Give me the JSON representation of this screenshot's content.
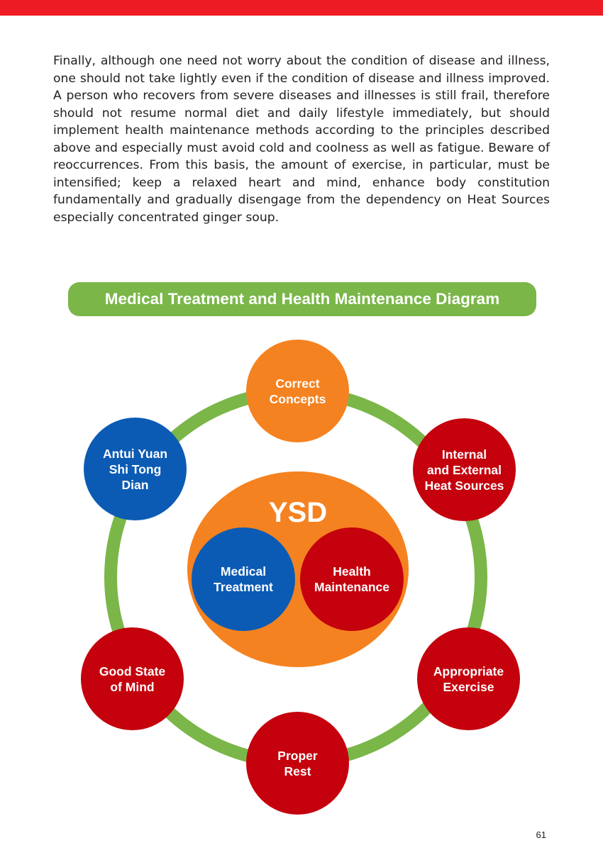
{
  "colors": {
    "top_bar": "#ed1c24",
    "green": "#7ab648",
    "orange": "#f58220",
    "red": "#c4010c",
    "blue": "#0b5bb4"
  },
  "body_text": "Finally, although one need not worry about the condition of disease and illness, one should not take lightly even if the condition of disease and illness improved. A person who recovers from severe diseases and illnesses is still frail, therefore should not resume normal diet and daily lifestyle immediately, but should implement health maintenance methods according to the principles described above and especially must avoid cold and coolness as well as fatigue. Beware of reoccurrences. From this basis, the amount of exercise, in particular, must be intensified; keep a relaxed heart and mind, enhance body constitution fundamentally and gradually disengage from the dependency on Heat Sources especially concentrated ginger soup.",
  "diagram": {
    "title": "Medical Treatment and Health Maintenance Diagram",
    "center": {
      "label": "YSD",
      "left": "Medical\nTreatment",
      "right": "Health\nMaintenance"
    },
    "nodes": {
      "correct_concepts": "Correct\nConcepts",
      "heat_sources": "Internal\nand External\nHeat Sources",
      "appropriate_exercise": "Appropriate\nExercise",
      "proper_rest": "Proper\nRest",
      "good_state_of_mind": "Good State\nof Mind",
      "antui": "Antui Yuan\nShi Tong\nDian"
    }
  },
  "page_number": "61"
}
